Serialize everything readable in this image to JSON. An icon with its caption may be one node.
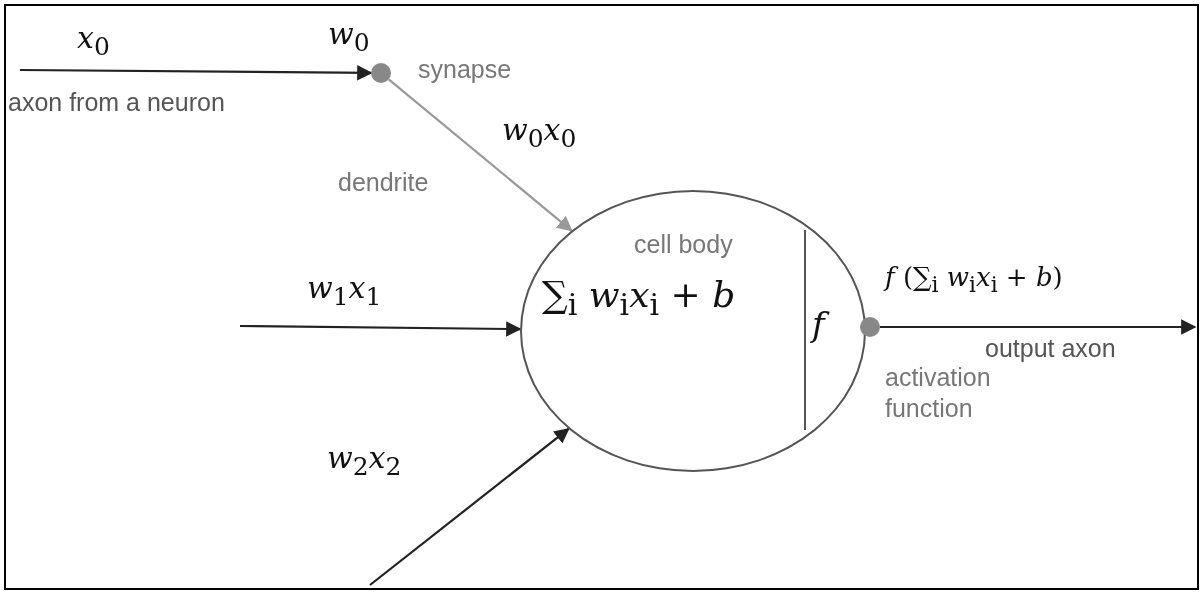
{
  "diagram": {
    "nodes": [
      {
        "text": [],
        "shape": "circle",
        "beside": [
          "synapse"
        ]
      },
      {
        "text": [
          "cell body",
          "∑$_{i}$ *w*$_{i}$*x*$_{i}$ + *b*",
          "f"
        ]
      },
      {
        "text": [],
        "shape": "circle",
        "beside": [
          "activation function"
        ]
      }
    ],
    "edges": [
      {
        "from": null,
        "to": 0,
        "arrow": "to",
        "label": "*x*$_{0}$"
      },
      {
        "from": 0,
        "to": 1,
        "arrow": "to",
        "label": "*w*$_{0}$*x*$_{0}$",
        "color": "#999999"
      },
      {
        "from": null,
        "to": 1,
        "arrow": "to",
        "label": "*w*$_{1}$*x*$_{1}$"
      },
      {
        "from": null,
        "to": 1,
        "arrow": "to",
        "label": "*w*$_{2}$*x*$_{2}$"
      },
      {
        "from": 2,
        "to": null,
        "arrow": "to",
        "label": "output axon"
      }
    ],
    "labels": [
      "*w*$_{0}$",
      "axon from a neuron",
      "dendrite",
      "*f* (∑$_{i}$ *w*$_{i}$*x*$_{i}$ + *b*)"
    ]
  }
}
